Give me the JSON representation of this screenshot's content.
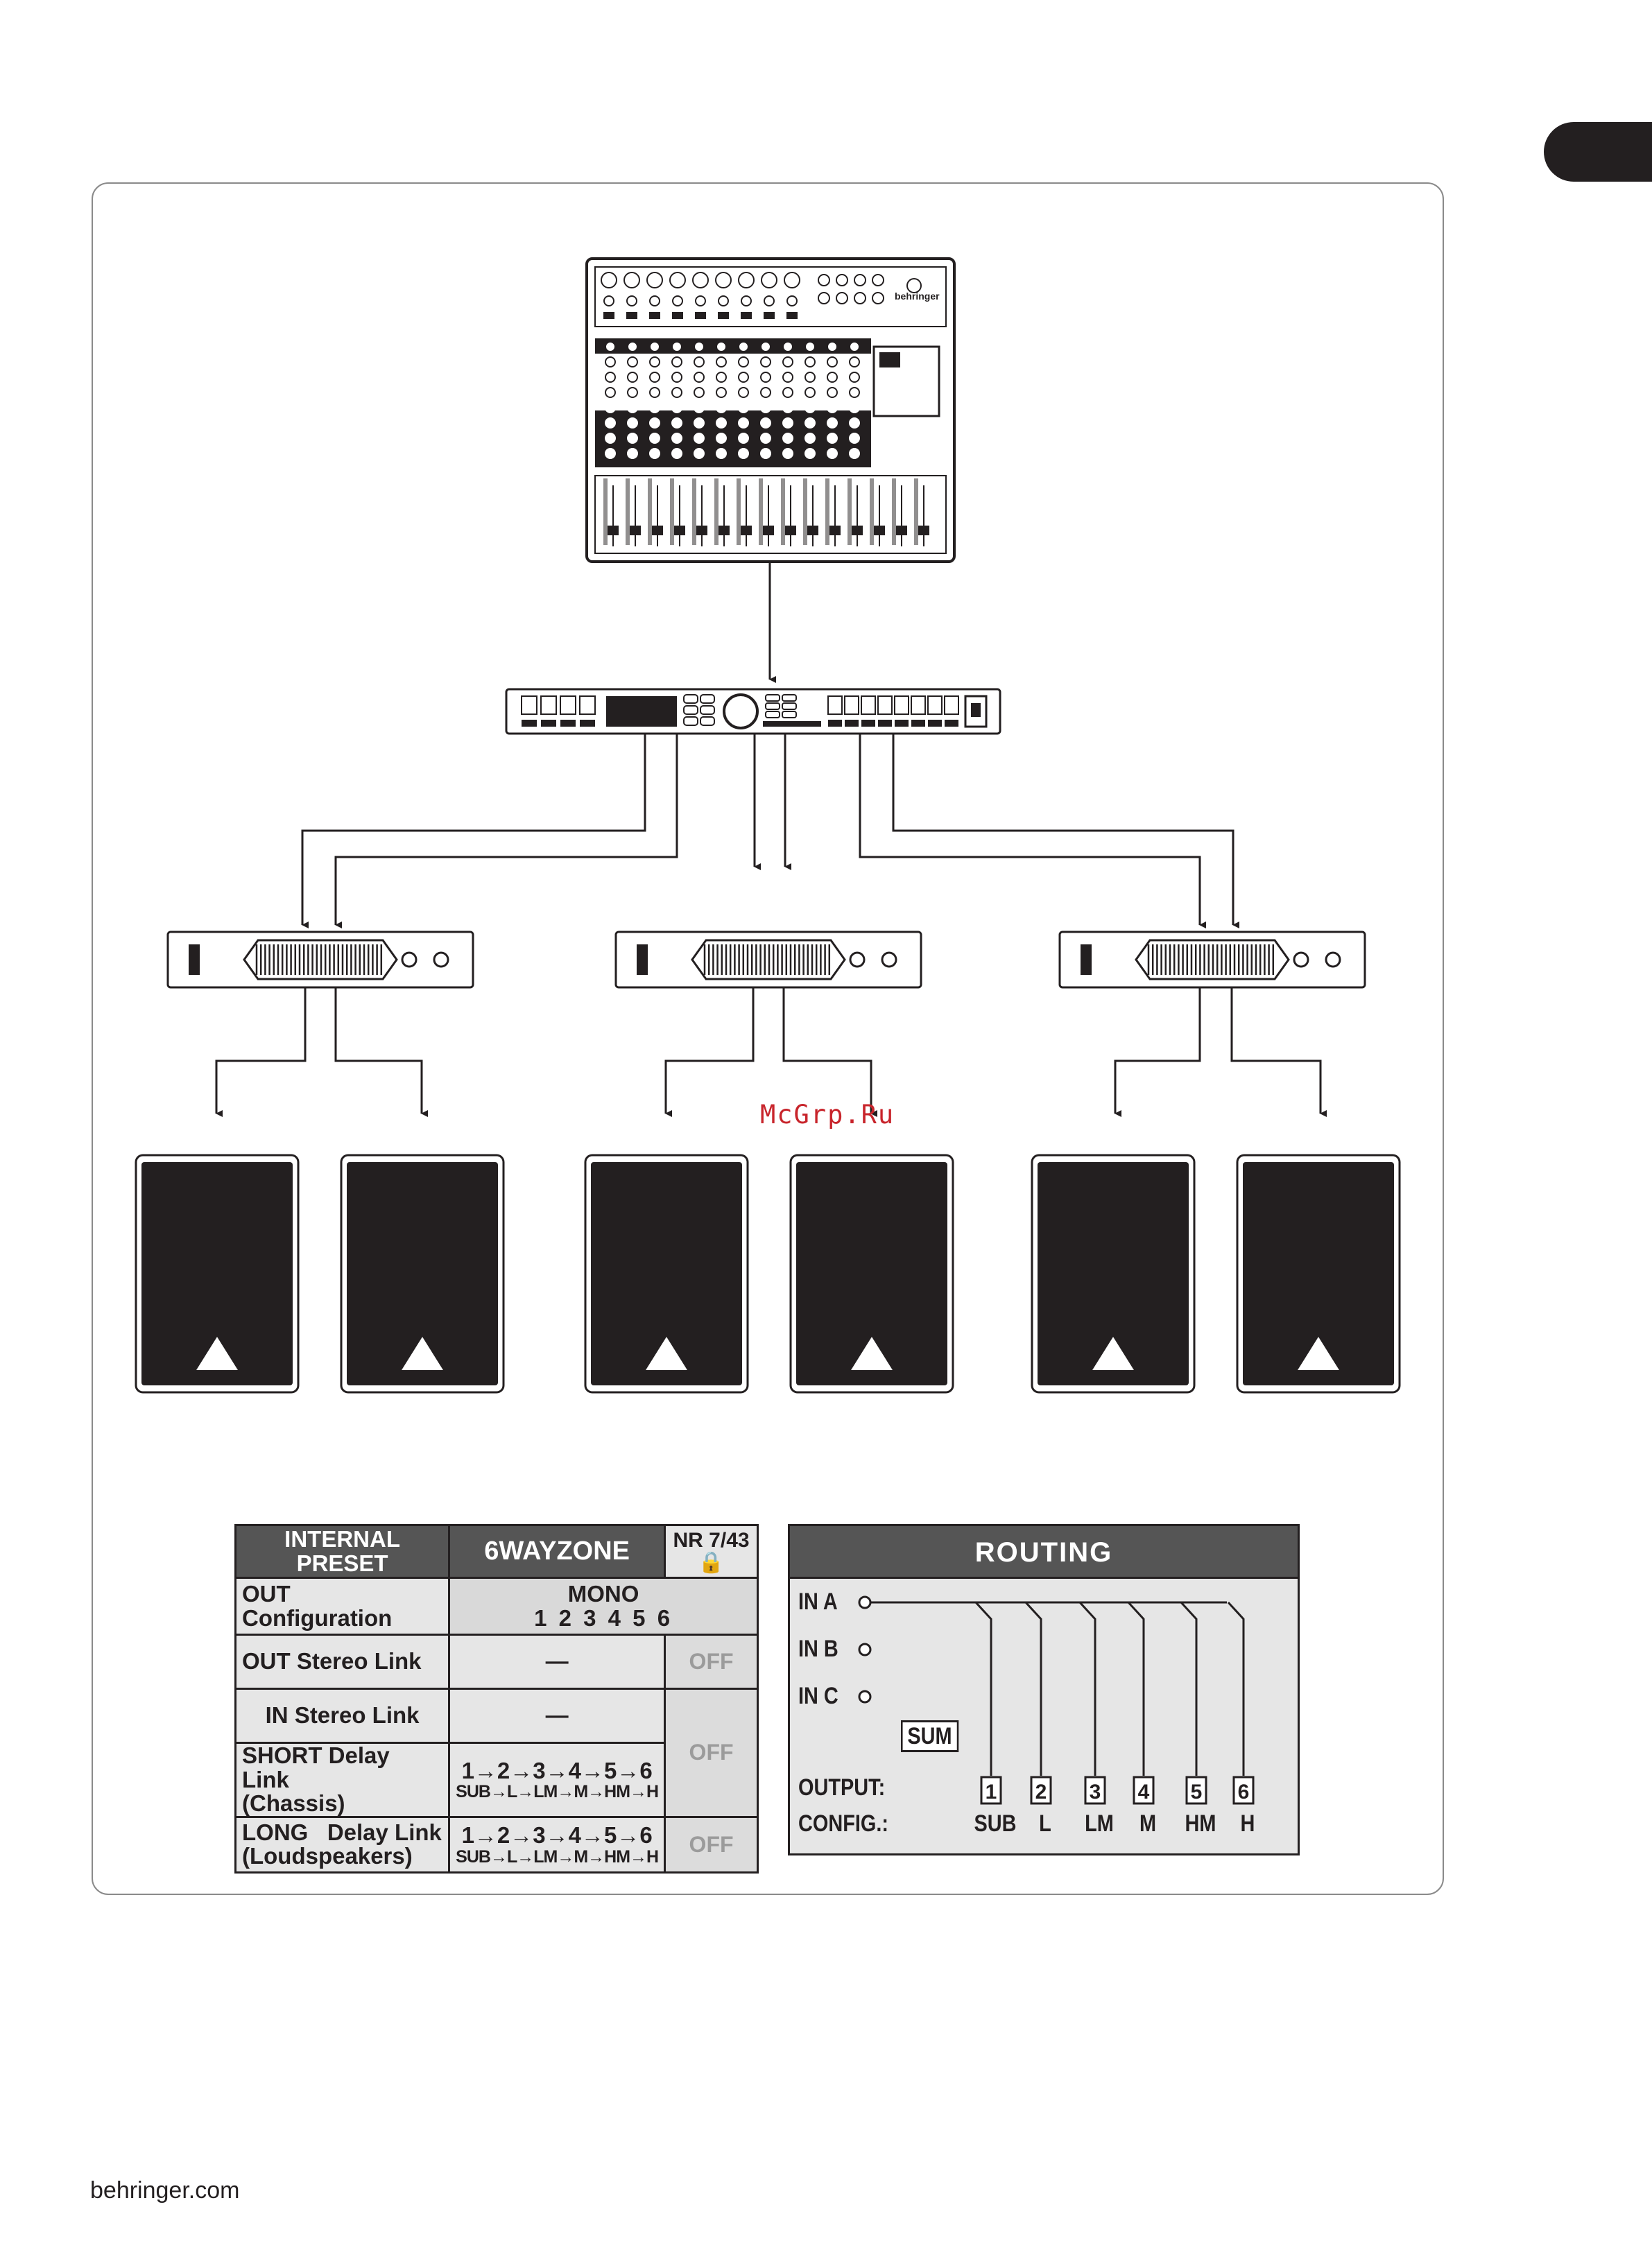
{
  "watermark": "McGrp.Ru",
  "footer": "behringer.com",
  "mixer_brand": "behringer",
  "preset_table": {
    "internal_preset_label": "INTERNAL PRESET",
    "preset_name": "6WAYZONE",
    "preset_number": "NR 7/43",
    "out_config_label": "OUT Configuration",
    "out_config_mode": "MONO",
    "out_config_channels": "1 2 3 4 5 6",
    "out_stereo_link_label": "OUT Stereo Link",
    "out_stereo_link_value": "—",
    "out_stereo_link_state": "OFF",
    "in_stereo_link_label": "IN Stereo Link",
    "in_stereo_link_value": "—",
    "short_delay_label_1": "SHORT Delay Link",
    "short_delay_label_2": "(Chassis)",
    "short_delay_chain": "1→2→3→4→5→6",
    "short_delay_names": "SUB→L→LM→M→HM→H",
    "in_short_state": "OFF",
    "long_delay_label_1": "LONG   Delay Link",
    "long_delay_label_2": "(Loudspeakers)",
    "long_delay_chain": "1→2→3→4→5→6",
    "long_delay_names": "SUB→L→LM→M→HM→H",
    "long_delay_state": "OFF"
  },
  "routing": {
    "title": "ROUTING",
    "in_a": "IN A",
    "in_b": "IN B",
    "in_c": "IN C",
    "sum": "SUM",
    "output_label": "OUTPUT:",
    "config_label": "CONFIG.:",
    "outputs": [
      "1",
      "2",
      "3",
      "4",
      "5",
      "6"
    ],
    "configs": [
      "SUB",
      "L",
      "LM",
      "M",
      "HM",
      "H"
    ]
  },
  "colors": {
    "ink": "#231f20",
    "panel_grey": "#e6e6e6",
    "header_grey": "#555555",
    "watermark": "#c8242b"
  }
}
